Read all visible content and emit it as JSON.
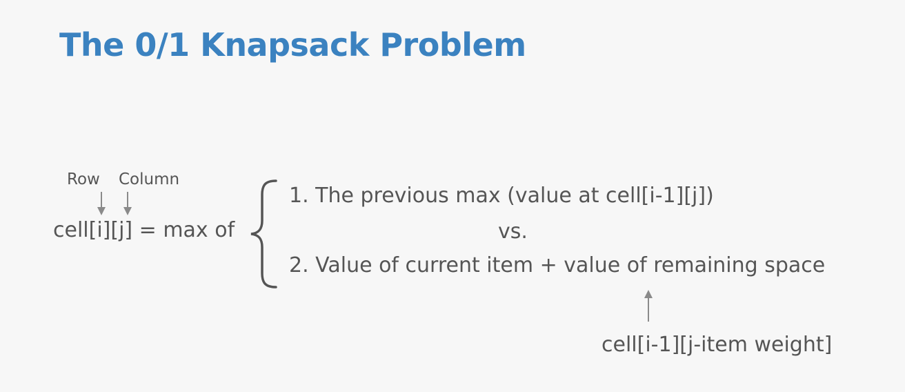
{
  "slide": {
    "title": "The 0/1 Knapsack Problem"
  },
  "formula": {
    "row_label": "Row",
    "column_label": "Column",
    "lhs": "cell[i][j] = max of",
    "option_1": "1. The previous max (value at cell[i-1][j])",
    "separator": "vs.",
    "option_2": "2. Value of current item + value of remaining space",
    "remaining_space_ref": "cell[i-1][j-item weight]"
  }
}
